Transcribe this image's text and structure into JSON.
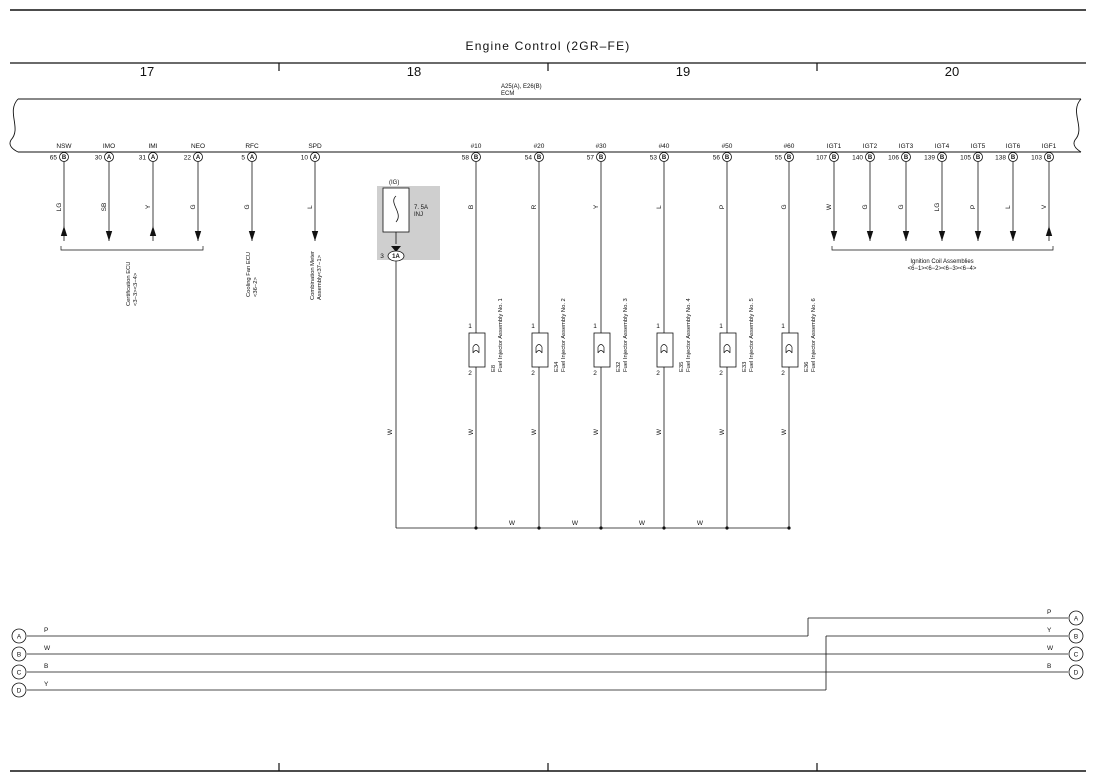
{
  "title": "Engine Control (2GR–FE)",
  "sections": [
    "17",
    "18",
    "19",
    "20"
  ],
  "ecm": {
    "codes": "A25(A), E26(B)",
    "name": "ECM"
  },
  "ecm_pins": [
    {
      "id": "nsw",
      "signal": "NSW",
      "pin": "65",
      "conn": "B",
      "wire": "LG",
      "arrow": "up"
    },
    {
      "id": "imo",
      "signal": "IMO",
      "pin": "30",
      "conn": "A",
      "wire": "SB",
      "arrow": "down"
    },
    {
      "id": "imi",
      "signal": "IMI",
      "pin": "31",
      "conn": "A",
      "wire": "Y",
      "arrow": "up"
    },
    {
      "id": "neo",
      "signal": "NEO",
      "pin": "22",
      "conn": "A",
      "wire": "G",
      "arrow": "down"
    },
    {
      "id": "rfc",
      "signal": "RFC",
      "pin": "5",
      "conn": "A",
      "wire": "G",
      "arrow": "down"
    },
    {
      "id": "spd",
      "signal": "SPD",
      "pin": "10",
      "conn": "A",
      "wire": "L",
      "arrow": "down"
    },
    {
      "id": "n10",
      "signal": "#10",
      "pin": "58",
      "conn": "B",
      "wire": "B"
    },
    {
      "id": "n20",
      "signal": "#20",
      "pin": "54",
      "conn": "B",
      "wire": "R"
    },
    {
      "id": "n30",
      "signal": "#30",
      "pin": "57",
      "conn": "B",
      "wire": "Y"
    },
    {
      "id": "n40",
      "signal": "#40",
      "pin": "53",
      "conn": "B",
      "wire": "L"
    },
    {
      "id": "n50",
      "signal": "#50",
      "pin": "56",
      "conn": "B",
      "wire": "P"
    },
    {
      "id": "n60",
      "signal": "#60",
      "pin": "55",
      "conn": "B",
      "wire": "G"
    },
    {
      "id": "igt1",
      "signal": "IGT1",
      "pin": "107",
      "conn": "B",
      "wire": "W",
      "arrow": "down"
    },
    {
      "id": "igt2",
      "signal": "IGT2",
      "pin": "140",
      "conn": "B",
      "wire": "G",
      "arrow": "down"
    },
    {
      "id": "igt3",
      "signal": "IGT3",
      "pin": "106",
      "conn": "B",
      "wire": "G",
      "arrow": "down"
    },
    {
      "id": "igt4",
      "signal": "IGT4",
      "pin": "139",
      "conn": "B",
      "wire": "LG",
      "arrow": "down"
    },
    {
      "id": "igt5",
      "signal": "IGT5",
      "pin": "105",
      "conn": "B",
      "wire": "P",
      "arrow": "down"
    },
    {
      "id": "igt6",
      "signal": "IGT6",
      "pin": "138",
      "conn": "B",
      "wire": "L",
      "arrow": "down"
    },
    {
      "id": "igf1",
      "signal": "IGF1",
      "pin": "103",
      "conn": "B",
      "wire": "V",
      "arrow": "up"
    }
  ],
  "destinations": {
    "certification_ecu": [
      "Certification ECU",
      "<3−3><3−4>"
    ],
    "cooling_fan_ecu": [
      "Cooling Fan ECU",
      "<36−2>"
    ],
    "combination_meter": [
      "Combination Meter",
      "Assembly<37−1>"
    ],
    "ignition_coils": [
      "Ignition Coil Assemblies",
      "<6−1><6−2><6−3><6−4>"
    ]
  },
  "fuse": {
    "circuit": "(IG)",
    "rating": "7. 5A",
    "name": "INJ",
    "junction_pin": "3",
    "junction_conn": "1A",
    "wire": "W"
  },
  "injectors": [
    {
      "id": "inj1",
      "code": "E8",
      "name": "Fuel Injector Assembly No. 1",
      "pin_top": "1",
      "pin_bottom": "2",
      "wire": "W"
    },
    {
      "id": "inj2",
      "code": "E34",
      "name": "Fuel Injector Assembly No. 2",
      "pin_top": "1",
      "pin_bottom": "2",
      "wire": "W"
    },
    {
      "id": "inj3",
      "code": "E32",
      "name": "Fuel Injector Assembly No. 3",
      "pin_top": "1",
      "pin_bottom": "2",
      "wire": "W"
    },
    {
      "id": "inj4",
      "code": "E35",
      "name": "Fuel Injector Assembly No. 4",
      "pin_top": "1",
      "pin_bottom": "2",
      "wire": "W"
    },
    {
      "id": "inj5",
      "code": "E33",
      "name": "Fuel Injector Assembly No. 5",
      "pin_top": "1",
      "pin_bottom": "2",
      "wire": "W"
    },
    {
      "id": "inj6",
      "code": "E36",
      "name": "Fuel Injector Assembly No. 6",
      "pin_top": "1",
      "pin_bottom": "2",
      "wire": "W"
    }
  ],
  "bus_wires": [
    "W",
    "W",
    "W",
    "W"
  ],
  "connectors_left": [
    {
      "letter": "A",
      "wire": "P"
    },
    {
      "letter": "B",
      "wire": "W"
    },
    {
      "letter": "C",
      "wire": "B"
    },
    {
      "letter": "D",
      "wire": "Y"
    }
  ],
  "connectors_right": [
    {
      "letter": "A",
      "wire": "P"
    },
    {
      "letter": "B",
      "wire": "Y"
    },
    {
      "letter": "C",
      "wire": "W"
    },
    {
      "letter": "D",
      "wire": "B"
    }
  ]
}
